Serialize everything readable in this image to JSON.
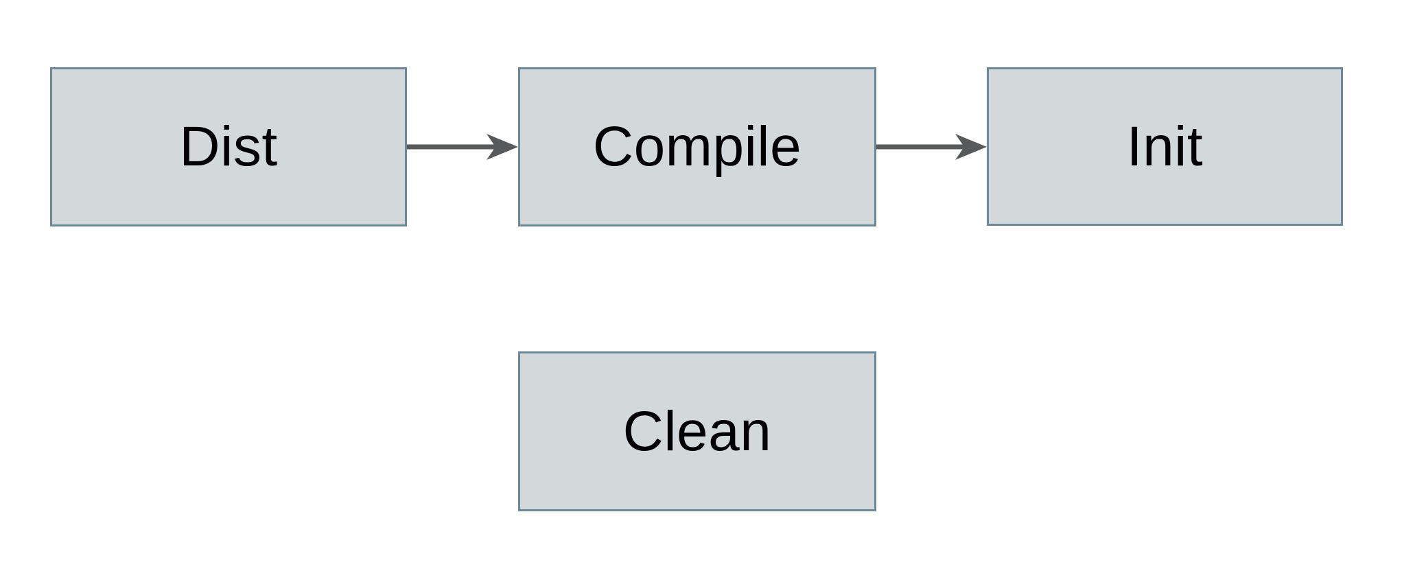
{
  "diagram": {
    "title": "build-targets-flow",
    "colors": {
      "canvas_bg": "#ffffff",
      "node_fill": "#d3d9db",
      "node_border": "#6d8997",
      "arrow_color": "#58595a",
      "text_color": "#000000"
    },
    "nodes": [
      {
        "id": "dist",
        "label": "Dist"
      },
      {
        "id": "compile",
        "label": "Compile"
      },
      {
        "id": "init",
        "label": "Init"
      },
      {
        "id": "clean",
        "label": "Clean"
      }
    ],
    "edges": [
      {
        "from": "Dist",
        "to": "Compile",
        "style": "arrow"
      },
      {
        "from": "Compile",
        "to": "Init",
        "style": "arrow"
      }
    ]
  }
}
